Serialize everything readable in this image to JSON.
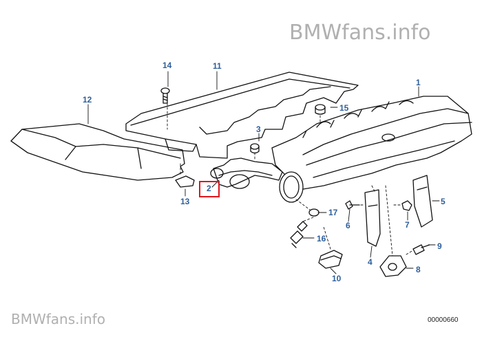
{
  "watermark": {
    "top_text": "BMWfans.info",
    "bottom_text": "BMWfans.info"
  },
  "drawing_number": "00000660",
  "highlighted_part": "2",
  "callouts": {
    "c1": "1",
    "c2": "2",
    "c3": "3",
    "c4": "4",
    "c5": "5",
    "c6": "6",
    "c7": "7",
    "c8": "8",
    "c9": "9",
    "c10": "10",
    "c11": "11",
    "c12": "12",
    "c13": "13",
    "c14": "14",
    "c15": "15",
    "c16": "16",
    "c17": "17"
  }
}
